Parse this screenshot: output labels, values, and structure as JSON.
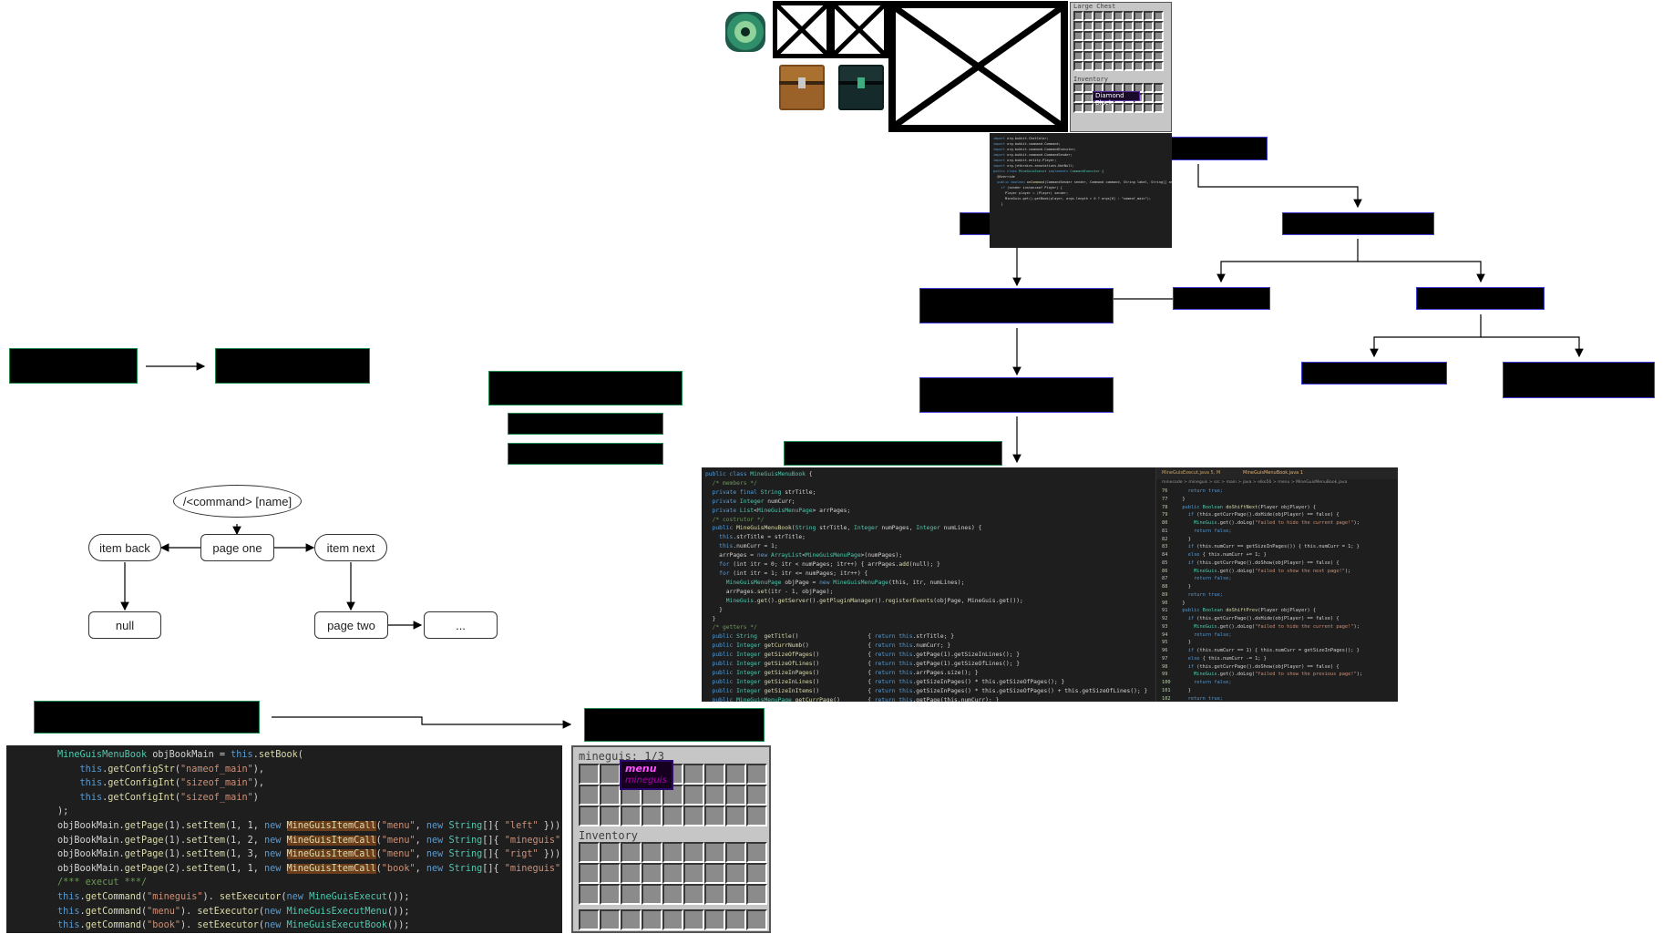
{
  "flow": {
    "command": "/<command> [name]",
    "page_one": "page one",
    "item_back": "item back",
    "item_next": "item next",
    "null_label": "null",
    "page_two": "page two",
    "ellipsis": "..."
  },
  "minecraft": {
    "large_chest_title": "Large Chest",
    "inventory_label": "Inventory",
    "tooltip_item": "Diamond Block",
    "gui_title": "mineguis: 1/3",
    "gui_inventory": "Inventory",
    "tooltip_menu": "menu",
    "tooltip_sub": "mineguis"
  },
  "tabs": {
    "tab1": "MineGuisExecut.java 5, M",
    "tab2": "MineGuisMenuBook.java 1",
    "breadcrumb": "minecode > mineguis > src > main > java > elko56 > menu > MineGuisMenuBook.java"
  },
  "code_small": [
    [
      [
        "ty",
        "MineGuisMenuBook"
      ],
      [
        "pl",
        " objBookMain = "
      ],
      [
        "kw",
        "this"
      ],
      [
        "pl",
        "."
      ],
      [
        "fn",
        "setBook"
      ],
      [
        "pl",
        "("
      ]
    ],
    [
      [
        "pl",
        "    "
      ],
      [
        "kw",
        "this"
      ],
      [
        "pl",
        "."
      ],
      [
        "fn",
        "getConfigStr"
      ],
      [
        "pl",
        "("
      ],
      [
        "st",
        "\"nameof_main\""
      ],
      [
        "pl",
        "),"
      ]
    ],
    [
      [
        "pl",
        "    "
      ],
      [
        "kw",
        "this"
      ],
      [
        "pl",
        "."
      ],
      [
        "fn",
        "getConfigInt"
      ],
      [
        "pl",
        "("
      ],
      [
        "st",
        "\"sizeof_main\""
      ],
      [
        "pl",
        "),"
      ]
    ],
    [
      [
        "pl",
        "    "
      ],
      [
        "kw",
        "this"
      ],
      [
        "pl",
        "."
      ],
      [
        "fn",
        "getConfigInt"
      ],
      [
        "pl",
        "("
      ],
      [
        "st",
        "\"sizeof_main\""
      ],
      [
        "pl",
        ")"
      ]
    ],
    [
      [
        "pl",
        ");"
      ]
    ],
    [
      [
        "pl",
        "objBookMain."
      ],
      [
        "fn",
        "getPage"
      ],
      [
        "pl",
        "(1)."
      ],
      [
        "fn",
        "setItem"
      ],
      [
        "pl",
        "(1, 1, "
      ],
      [
        "kw",
        "new "
      ],
      [
        "hl",
        "MineGuisItemCall"
      ],
      [
        "pl",
        "("
      ],
      [
        "st",
        "\"menu\""
      ],
      [
        "pl",
        ", "
      ],
      [
        "kw",
        "new "
      ],
      [
        "ty",
        "String"
      ],
      [
        "pl",
        "[]{ "
      ],
      [
        "st",
        "\"left\""
      ],
      [
        "pl",
        " }));"
      ]
    ],
    [
      [
        "pl",
        "objBookMain."
      ],
      [
        "fn",
        "getPage"
      ],
      [
        "pl",
        "(1)."
      ],
      [
        "fn",
        "setItem"
      ],
      [
        "pl",
        "(1, 2, "
      ],
      [
        "kw",
        "new "
      ],
      [
        "hl",
        "MineGuisItemCall"
      ],
      [
        "pl",
        "("
      ],
      [
        "st",
        "\"menu\""
      ],
      [
        "pl",
        ", "
      ],
      [
        "kw",
        "new "
      ],
      [
        "ty",
        "String"
      ],
      [
        "pl",
        "[]{ "
      ],
      [
        "st",
        "\"mineguis\""
      ],
      [
        "pl",
        " }));"
      ]
    ],
    [
      [
        "pl",
        "objBookMain."
      ],
      [
        "fn",
        "getPage"
      ],
      [
        "pl",
        "(1)."
      ],
      [
        "fn",
        "setItem"
      ],
      [
        "pl",
        "(1, 3, "
      ],
      [
        "kw",
        "new "
      ],
      [
        "hl",
        "MineGuisItemCall"
      ],
      [
        "pl",
        "("
      ],
      [
        "st",
        "\"menu\""
      ],
      [
        "pl",
        ", "
      ],
      [
        "kw",
        "new "
      ],
      [
        "ty",
        "String"
      ],
      [
        "pl",
        "[]{ "
      ],
      [
        "st",
        "\"rigt\""
      ],
      [
        "pl",
        " }));"
      ]
    ],
    [
      [
        "pl",
        "objBookMain."
      ],
      [
        "fn",
        "getPage"
      ],
      [
        "pl",
        "(2)."
      ],
      [
        "fn",
        "setItem"
      ],
      [
        "pl",
        "(1, 1, "
      ],
      [
        "kw",
        "new "
      ],
      [
        "hl",
        "MineGuisItemCall"
      ],
      [
        "pl",
        "("
      ],
      [
        "st",
        "\"book\""
      ],
      [
        "pl",
        ", "
      ],
      [
        "kw",
        "new "
      ],
      [
        "ty",
        "String"
      ],
      [
        "pl",
        "[]{ "
      ],
      [
        "st",
        "\"mineguis\""
      ],
      [
        "pl",
        " }));"
      ]
    ],
    [
      [
        "cm",
        "/*** execut ***/"
      ]
    ],
    [
      [
        "kw",
        "this"
      ],
      [
        "pl",
        "."
      ],
      [
        "fn",
        "getCommand"
      ],
      [
        "pl",
        "("
      ],
      [
        "st",
        "\"mineguis\""
      ],
      [
        "pl",
        "). "
      ],
      [
        "fn",
        "setExecutor"
      ],
      [
        "pl",
        "("
      ],
      [
        "kw",
        "new "
      ],
      [
        "ty",
        "MineGuisExecut"
      ],
      [
        "pl",
        "());"
      ]
    ],
    [
      [
        "kw",
        "this"
      ],
      [
        "pl",
        "."
      ],
      [
        "fn",
        "getCommand"
      ],
      [
        "pl",
        "("
      ],
      [
        "st",
        "\"menu\""
      ],
      [
        "pl",
        "). "
      ],
      [
        "fn",
        "setExecutor"
      ],
      [
        "pl",
        "("
      ],
      [
        "kw",
        "new "
      ],
      [
        "ty",
        "MineGuisExecutMenu"
      ],
      [
        "pl",
        "());"
      ]
    ],
    [
      [
        "kw",
        "this"
      ],
      [
        "pl",
        "."
      ],
      [
        "fn",
        "getCommand"
      ],
      [
        "pl",
        "("
      ],
      [
        "st",
        "\"book\""
      ],
      [
        "pl",
        "). "
      ],
      [
        "fn",
        "setExecutor"
      ],
      [
        "pl",
        "("
      ],
      [
        "kw",
        "new "
      ],
      [
        "ty",
        "MineGuisExecutBook"
      ],
      [
        "pl",
        "());"
      ]
    ]
  ],
  "code_big_left": [
    [
      [
        "kw",
        "public class "
      ],
      [
        "ty",
        "MineGuisMenuBook"
      ],
      [
        "pl",
        " {"
      ]
    ],
    [
      [
        "cm",
        "  /* members */"
      ]
    ],
    [
      [
        "kw",
        "  private final "
      ],
      [
        "ty",
        "String"
      ],
      [
        "pl",
        " strTitle;"
      ]
    ],
    [
      [
        "kw",
        "  private "
      ],
      [
        "ty",
        "Integer"
      ],
      [
        "pl",
        " numCurr;"
      ]
    ],
    [
      [
        "kw",
        "  private "
      ],
      [
        "ty",
        "List"
      ],
      [
        "pl",
        "<"
      ],
      [
        "ty",
        "MineGuisMenuPage"
      ],
      [
        "pl",
        "> arrPages;"
      ]
    ],
    [
      [
        "cm",
        "  /* costrutor */"
      ]
    ],
    [
      [
        "kw",
        "  public "
      ],
      [
        "fn",
        "MineGuisMenuBook"
      ],
      [
        "pl",
        "("
      ],
      [
        "ty",
        "String"
      ],
      [
        "pl",
        " strTitle, "
      ],
      [
        "ty",
        "Integer"
      ],
      [
        "pl",
        " numPages, "
      ],
      [
        "ty",
        "Integer"
      ],
      [
        "pl",
        " numLines) {"
      ]
    ],
    [
      [
        "kw",
        "    this"
      ],
      [
        "pl",
        ".strTitle = strTitle;"
      ]
    ],
    [
      [
        "kw",
        "    this"
      ],
      [
        "pl",
        ".numCurr = 1;"
      ]
    ],
    [
      [
        "pl",
        "    arrPages = "
      ],
      [
        "kw",
        "new "
      ],
      [
        "ty",
        "ArrayList"
      ],
      [
        "pl",
        "<"
      ],
      [
        "ty",
        "MineGuisMenuPage"
      ],
      [
        "pl",
        ">(numPages);"
      ]
    ],
    [
      [
        "kw",
        "    for "
      ],
      [
        "pl",
        "(int itr = 0; itr < numPages; itr++) { arrPages."
      ],
      [
        "fn",
        "add"
      ],
      [
        "pl",
        "(null); }"
      ]
    ],
    [
      [
        "kw",
        "    for "
      ],
      [
        "pl",
        "(int itr = 1; itr <= numPages; itr++) {"
      ]
    ],
    [
      [
        "ty",
        "      MineGuisMenuPage"
      ],
      [
        "pl",
        " objPage = "
      ],
      [
        "kw",
        "new "
      ],
      [
        "ty",
        "MineGuisMenuPage"
      ],
      [
        "pl",
        "(this, itr, numLines);"
      ]
    ],
    [
      [
        "pl",
        "      arrPages."
      ],
      [
        "fn",
        "set"
      ],
      [
        "pl",
        "(itr - 1, objPage);"
      ]
    ],
    [
      [
        "ty",
        "      MineGuis"
      ],
      [
        "pl",
        "."
      ],
      [
        "fn",
        "get"
      ],
      [
        "pl",
        "()."
      ],
      [
        "fn",
        "getServer"
      ],
      [
        "pl",
        "()."
      ],
      [
        "fn",
        "getPluginManager"
      ],
      [
        "pl",
        "()."
      ],
      [
        "fn",
        "registerEvents"
      ],
      [
        "pl",
        "(objPage, MineGuis.get());"
      ]
    ],
    [
      [
        "pl",
        "    }"
      ]
    ],
    [
      [
        "pl",
        "  }"
      ]
    ],
    [
      [
        "cm",
        "  /* getters */"
      ]
    ],
    [
      [
        "kw",
        "  public "
      ],
      [
        "ty",
        "String"
      ],
      [
        "fn",
        "  getTitle"
      ],
      [
        "pl",
        "()                    { "
      ],
      [
        "kw",
        "return this"
      ],
      [
        "pl",
        ".strTitle; }"
      ]
    ],
    [
      [
        "kw",
        "  public "
      ],
      [
        "ty",
        "Integer"
      ],
      [
        "fn",
        " getCurrNumb"
      ],
      [
        "pl",
        "()                 { "
      ],
      [
        "kw",
        "return this"
      ],
      [
        "pl",
        ".numCurr; }"
      ]
    ],
    [
      [
        "kw",
        "  public "
      ],
      [
        "ty",
        "Integer"
      ],
      [
        "fn",
        " getSizeOfPages"
      ],
      [
        "pl",
        "()              { "
      ],
      [
        "kw",
        "return this"
      ],
      [
        "pl",
        ".getPage(1).getSizeInLines(); }"
      ]
    ],
    [
      [
        "kw",
        "  public "
      ],
      [
        "ty",
        "Integer"
      ],
      [
        "fn",
        " getSizeOfLines"
      ],
      [
        "pl",
        "()              { "
      ],
      [
        "kw",
        "return this"
      ],
      [
        "pl",
        ".getPage(1).getSizeOfLines(); }"
      ]
    ],
    [
      [
        "kw",
        "  public "
      ],
      [
        "ty",
        "Integer"
      ],
      [
        "fn",
        " getSizeInPages"
      ],
      [
        "pl",
        "()              { "
      ],
      [
        "kw",
        "return this"
      ],
      [
        "pl",
        ".arrPages.size(); }"
      ]
    ],
    [
      [
        "kw",
        "  public "
      ],
      [
        "ty",
        "Integer"
      ],
      [
        "fn",
        " getSizeInLines"
      ],
      [
        "pl",
        "()              { "
      ],
      [
        "kw",
        "return this"
      ],
      [
        "pl",
        ".getSizeInPages() * this.getSizeOfPages(); }"
      ]
    ],
    [
      [
        "kw",
        "  public "
      ],
      [
        "ty",
        "Integer"
      ],
      [
        "fn",
        " getSizeInItems"
      ],
      [
        "pl",
        "()              { "
      ],
      [
        "kw",
        "return this"
      ],
      [
        "pl",
        ".getSizeInPages() * this.getSizeOfPages() + this.getSizeOfLines(); }"
      ]
    ],
    [
      [
        "kw",
        "  public "
      ],
      [
        "ty",
        "MineGuisMenuPage"
      ],
      [
        "fn",
        " getCurrPage"
      ],
      [
        "pl",
        "()        { "
      ],
      [
        "kw",
        "return this"
      ],
      [
        "pl",
        ".getPage(this.numCurr); }"
      ]
    ]
  ],
  "code_big_right": [
    [
      [
        "nm",
        "76 "
      ],
      [
        "kw",
        "      return true;"
      ]
    ],
    [
      [
        "nm",
        "77 "
      ],
      [
        "pl",
        "    }"
      ]
    ],
    [
      [
        "nm",
        "78 "
      ],
      [
        "kw",
        "    public "
      ],
      [
        "ty",
        "Boolean"
      ],
      [
        "fn",
        " doShiftNext"
      ],
      [
        "pl",
        "(Player objPlayer) {"
      ]
    ],
    [
      [
        "nm",
        "79 "
      ],
      [
        "kw",
        "      if "
      ],
      [
        "pl",
        "(this.getCurrPage().doHide(objPlayer) == false) {"
      ]
    ],
    [
      [
        "nm",
        "80 "
      ],
      [
        "ty",
        "        MineGuis"
      ],
      [
        "pl",
        ".get().doLog("
      ],
      [
        "st",
        "\"failed to hide the current page!\""
      ],
      [
        "pl",
        ");"
      ]
    ],
    [
      [
        "nm",
        "81 "
      ],
      [
        "kw",
        "        return false;"
      ]
    ],
    [
      [
        "nm",
        "82 "
      ],
      [
        "pl",
        "      }"
      ]
    ],
    [
      [
        "nm",
        "83 "
      ],
      [
        "kw",
        "      if "
      ],
      [
        "pl",
        "(this.numCurr == getSizeInPages()) { this.numCurr = 1; }"
      ]
    ],
    [
      [
        "nm",
        "84 "
      ],
      [
        "kw",
        "      else "
      ],
      [
        "pl",
        "{ this.numCurr += 1; }"
      ]
    ],
    [
      [
        "nm",
        "85 "
      ],
      [
        "kw",
        "      if "
      ],
      [
        "pl",
        "(this.getCurrPage().doShow(objPlayer) == false) {"
      ]
    ],
    [
      [
        "nm",
        "86 "
      ],
      [
        "ty",
        "        MineGuis"
      ],
      [
        "pl",
        ".get().doLog("
      ],
      [
        "st",
        "\"failed to show the next page!\""
      ],
      [
        "pl",
        ");"
      ]
    ],
    [
      [
        "nm",
        "87 "
      ],
      [
        "kw",
        "        return false;"
      ]
    ],
    [
      [
        "nm",
        "88 "
      ],
      [
        "pl",
        "      }"
      ]
    ],
    [
      [
        "nm",
        "89 "
      ],
      [
        "kw",
        "      return true;"
      ]
    ],
    [
      [
        "nm",
        "90 "
      ],
      [
        "pl",
        "    }"
      ]
    ],
    [
      [
        "nm",
        "91 "
      ],
      [
        "kw",
        "    public "
      ],
      [
        "ty",
        "Boolean"
      ],
      [
        "fn",
        " doShiftPrev"
      ],
      [
        "pl",
        "(Player objPlayer) {"
      ]
    ],
    [
      [
        "nm",
        "92 "
      ],
      [
        "kw",
        "      if "
      ],
      [
        "pl",
        "(this.getCurrPage().doHide(objPlayer) == false) {"
      ]
    ],
    [
      [
        "nm",
        "93 "
      ],
      [
        "ty",
        "        MineGuis"
      ],
      [
        "pl",
        ".get().doLog("
      ],
      [
        "st",
        "\"failed to hide the current page!\""
      ],
      [
        "pl",
        ");"
      ]
    ],
    [
      [
        "nm",
        "94 "
      ],
      [
        "kw",
        "        return false;"
      ]
    ],
    [
      [
        "nm",
        "95 "
      ],
      [
        "pl",
        "      }"
      ]
    ],
    [
      [
        "nm",
        "96 "
      ],
      [
        "kw",
        "      if "
      ],
      [
        "pl",
        "(this.numCurr == 1) { this.numCurr = getSizeInPages(); }"
      ]
    ],
    [
      [
        "nm",
        "97 "
      ],
      [
        "kw",
        "      else "
      ],
      [
        "pl",
        "{ this.numCurr -= 1; }"
      ]
    ],
    [
      [
        "nm",
        "98 "
      ],
      [
        "kw",
        "      if "
      ],
      [
        "pl",
        "(this.getCurrPage().doShow(objPlayer) == false) {"
      ]
    ],
    [
      [
        "nm",
        "99 "
      ],
      [
        "ty",
        "        MineGuis"
      ],
      [
        "pl",
        ".get().doLog("
      ],
      [
        "st",
        "\"failed to show the previous page!\""
      ],
      [
        "pl",
        ");"
      ]
    ],
    [
      [
        "nm",
        "100"
      ],
      [
        "kw",
        "        return false;"
      ]
    ],
    [
      [
        "nm",
        "101"
      ],
      [
        "pl",
        "      }"
      ]
    ],
    [
      [
        "nm",
        "102"
      ],
      [
        "kw",
        "      return true;"
      ]
    ]
  ],
  "code_tiny": [
    [
      [
        "kw",
        "import "
      ],
      [
        "pl",
        "org.bukkit.ChatColor;"
      ]
    ],
    [
      [
        "kw",
        "import "
      ],
      [
        "pl",
        "org.bukkit.command.Command;"
      ]
    ],
    [
      [
        "kw",
        "import "
      ],
      [
        "pl",
        "org.bukkit.command.CommandExecutor;"
      ]
    ],
    [
      [
        "kw",
        "import "
      ],
      [
        "pl",
        "org.bukkit.command.CommandSender;"
      ]
    ],
    [
      [
        "kw",
        "import "
      ],
      [
        "pl",
        "org.bukkit.entity.Player;"
      ]
    ],
    [
      [
        "kw",
        "import "
      ],
      [
        "pl",
        "org.jetbrains.annotations.NotNull;"
      ]
    ],
    [
      [
        "pl",
        ""
      ]
    ],
    [
      [
        "kw",
        "public class "
      ],
      [
        "ty",
        "MineGuisExecut"
      ],
      [
        "kw",
        " implements "
      ],
      [
        "ty",
        "CommandExecutor"
      ],
      [
        "pl",
        " {"
      ]
    ],
    [
      [
        "pl",
        ""
      ]
    ],
    [
      [
        "pl",
        "  @Override"
      ]
    ],
    [
      [
        "kw",
        "  public boolean "
      ],
      [
        "fn",
        "onCommand"
      ],
      [
        "pl",
        "(CommandSender sender, Command command, String label, String[] args) {"
      ]
    ],
    [
      [
        "pl",
        ""
      ]
    ],
    [
      [
        "kw",
        "    if "
      ],
      [
        "pl",
        "(sender instanceof Player) {"
      ]
    ],
    [
      [
        "pl",
        "      Player player = (Player) sender;"
      ]
    ],
    [
      [
        "pl",
        ""
      ]
    ],
    [
      [
        "pl",
        "      MineGuis.get().getBook(player, args.length > 0 ? args[0] : \"nameof_main\");"
      ]
    ],
    [
      [
        "pl",
        "    }"
      ]
    ]
  ]
}
